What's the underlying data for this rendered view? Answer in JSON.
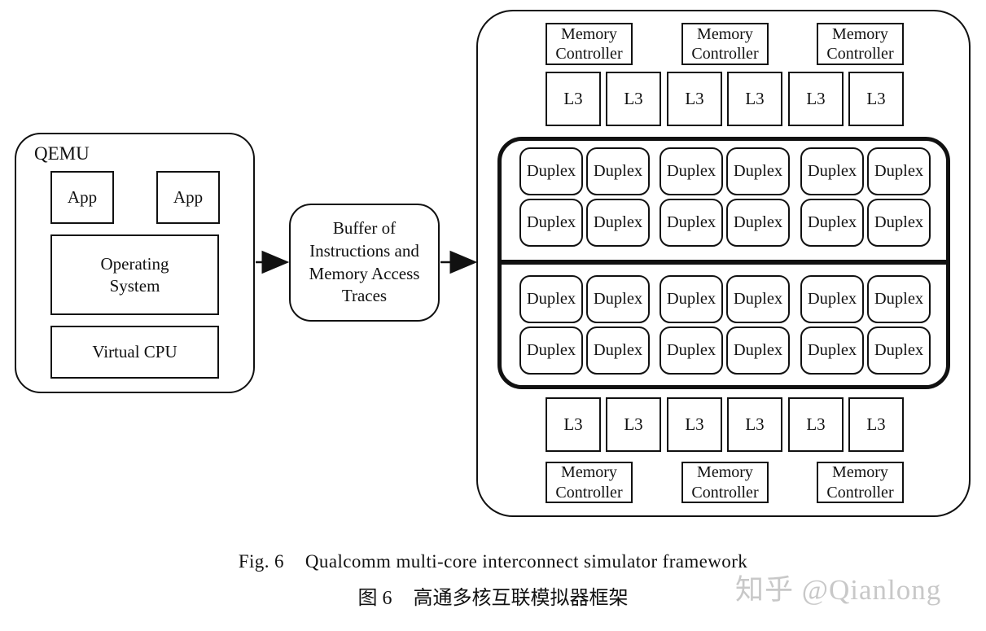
{
  "figure": {
    "qemu": {
      "title": "QEMU",
      "apps": [
        "App",
        "App"
      ],
      "os_label": "Operating System",
      "cpu_label": "Virtual CPU"
    },
    "buffer": {
      "label": "Buffer of Instructions and Memory Access Traces"
    },
    "soc": {
      "mc_top": [
        "Memory Controller",
        "Memory Controller",
        "Memory Controller"
      ],
      "l3_top": [
        "L3",
        "L3",
        "L3",
        "L3",
        "L3",
        "L3"
      ],
      "duplex_rows": [
        [
          "Duplex",
          "Duplex",
          "Duplex",
          "Duplex",
          "Duplex",
          "Duplex"
        ],
        [
          "Duplex",
          "Duplex",
          "Duplex",
          "Duplex",
          "Duplex",
          "Duplex"
        ],
        [
          "Duplex",
          "Duplex",
          "Duplex",
          "Duplex",
          "Duplex",
          "Duplex"
        ],
        [
          "Duplex",
          "Duplex",
          "Duplex",
          "Duplex",
          "Duplex",
          "Duplex"
        ]
      ],
      "l3_bottom": [
        "L3",
        "L3",
        "L3",
        "L3",
        "L3",
        "L3"
      ],
      "mc_bottom": [
        "Memory Controller",
        "Memory Controller",
        "Memory Controller"
      ]
    },
    "caption": {
      "fig_label": "Fig. 6",
      "fig_title": "Qualcomm multi-core interconnect simulator framework",
      "zh_label": "图 6",
      "zh_title": "高通多核互联模拟器框架"
    },
    "watermark": "知乎 @Qianlong",
    "colors": {
      "line": "#111111",
      "watermark": "#c8c8c8"
    }
  }
}
